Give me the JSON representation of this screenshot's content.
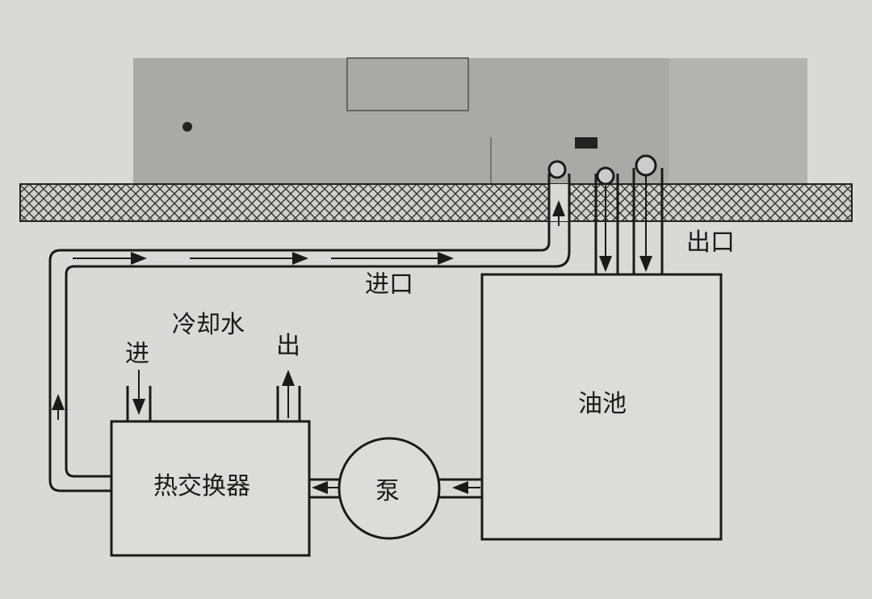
{
  "diagram": {
    "labels": {
      "inlet": "进口",
      "outlet": "出口",
      "cooling_water": "冷却水",
      "water_in": "进",
      "water_out": "出",
      "heat_exchanger": "热交换器",
      "pump": "泵",
      "oil_tank": "油池"
    },
    "colors": {
      "background": "#d9d9d7",
      "machine": "#a9a9a7",
      "line": "#1a1a1a"
    }
  }
}
